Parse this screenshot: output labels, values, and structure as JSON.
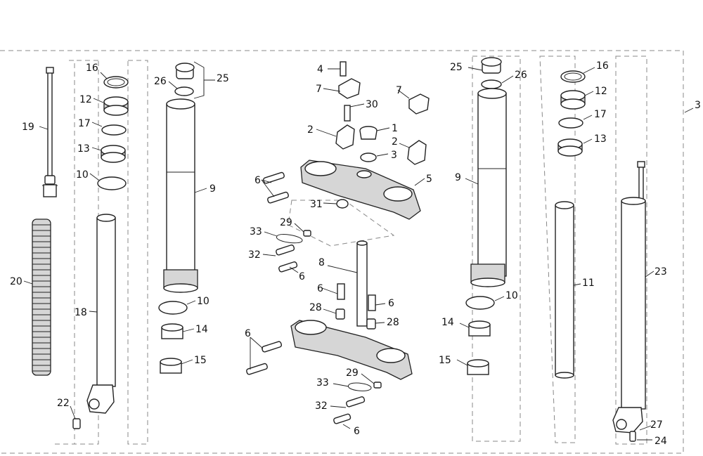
{
  "callouts": {
    "c1": "1",
    "c2a": "2",
    "c2b": "2",
    "c3a": "3",
    "c3b": "3",
    "c4": "4",
    "c5": "5",
    "c6a": "6",
    "c6b": "6",
    "c6c": "6",
    "c6d": "6",
    "c6e": "6",
    "c6f": "6",
    "c7a": "7",
    "c7b": "7",
    "c8": "8",
    "c9a": "9",
    "c9b": "9",
    "c10a": "10",
    "c10b": "10",
    "c10c": "10",
    "c11": "11",
    "c12a": "12",
    "c12b": "12",
    "c13a": "13",
    "c13b": "13",
    "c14a": "14",
    "c14b": "14",
    "c15a": "15",
    "c15b": "15",
    "c16a": "16",
    "c16b": "16",
    "c17a": "17",
    "c17b": "17",
    "c18": "18",
    "c19": "19",
    "c20": "20",
    "c22": "22",
    "c23": "23",
    "c24": "24",
    "c25a": "25",
    "c25b": "25",
    "c26a": "26",
    "c26b": "26",
    "c27": "27",
    "c28a": "28",
    "c28b": "28",
    "c29a": "29",
    "c29b": "29",
    "c30": "30",
    "c31": "31",
    "c32a": "32",
    "c32b": "32",
    "c33a": "33",
    "c33b": "33"
  }
}
